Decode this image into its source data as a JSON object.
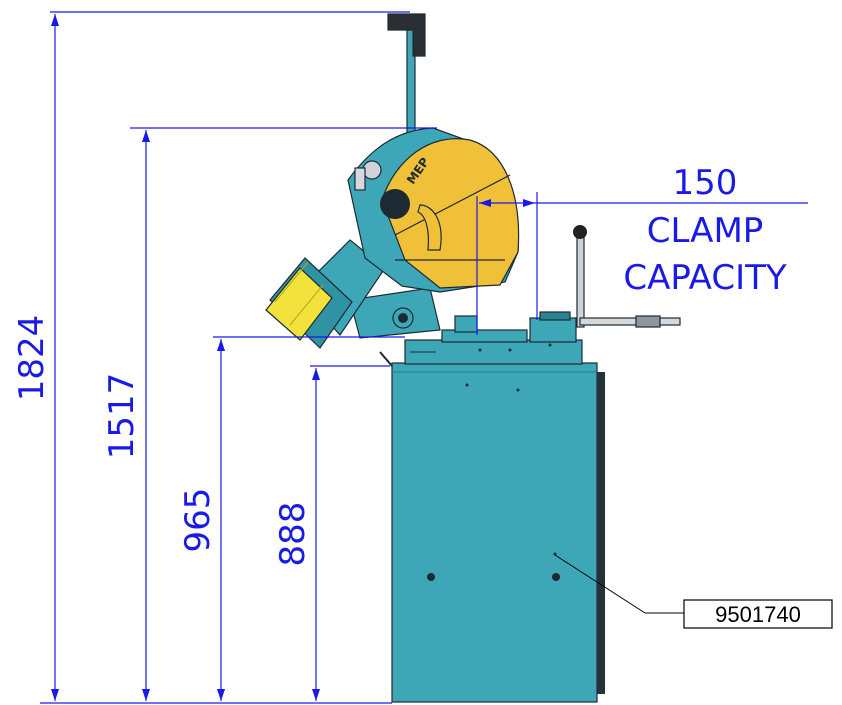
{
  "dimensions": {
    "total_height": "1824",
    "head_height": "1517",
    "vise_height": "965",
    "table_height": "888",
    "clamp_width": "150"
  },
  "clamp_label": [
    "CLAMP",
    "CAPACITY"
  ],
  "part_number": "9501740",
  "brand_mark": "MEP",
  "colors": {
    "dimension": "#1a1ae6",
    "base": "#3da7b8",
    "guard": "#f0c138",
    "motor_cap": "#f2e23c",
    "outline": "#1d2a33"
  }
}
